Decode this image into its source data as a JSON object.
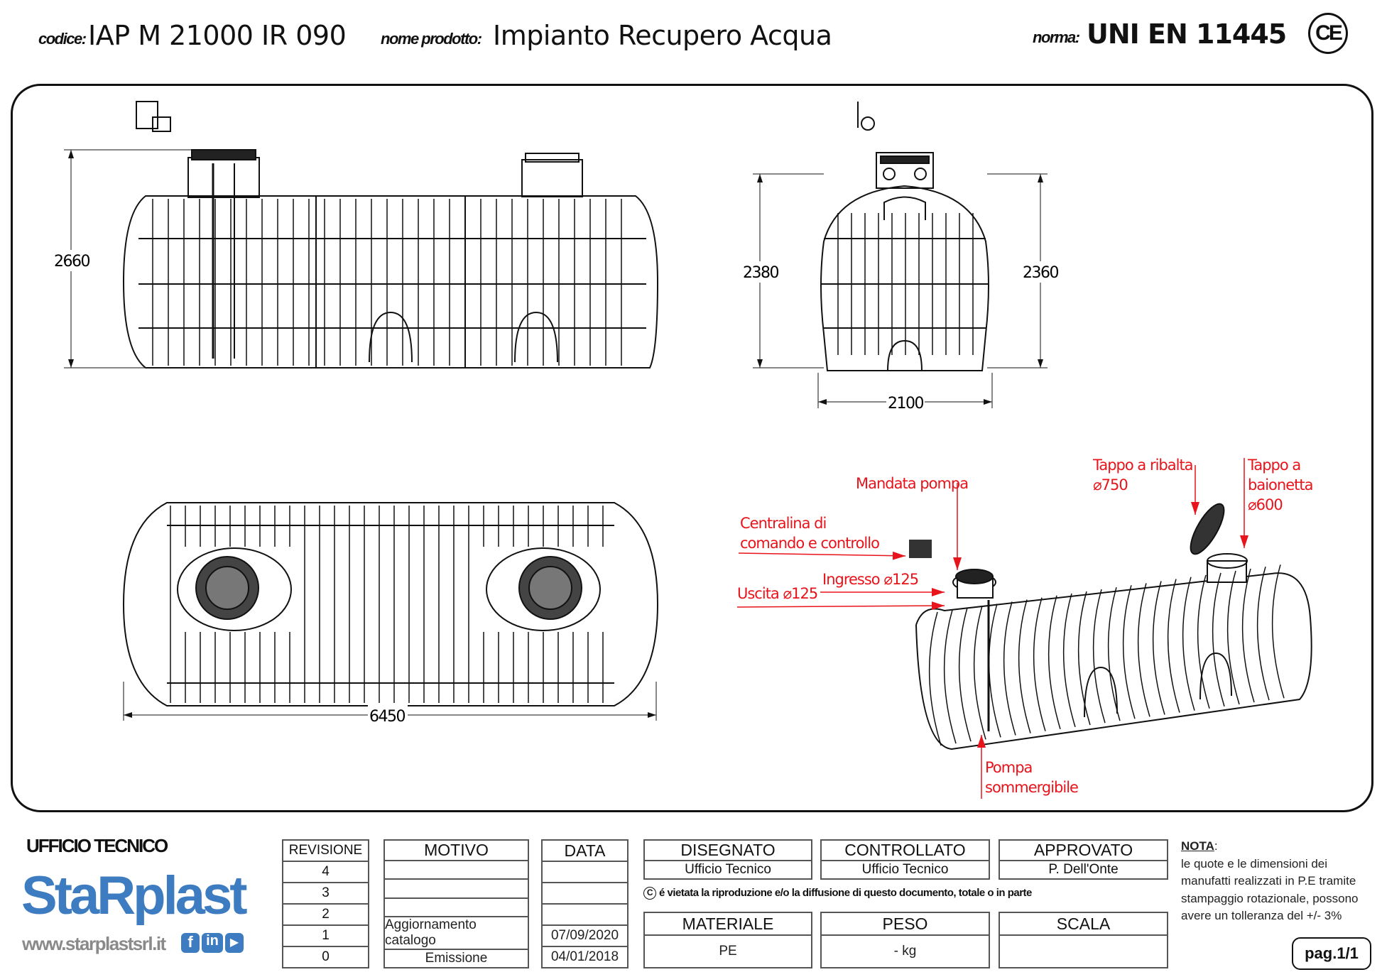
{
  "header": {
    "code_label": "codice:",
    "code": "IAP M 21000 IR 090",
    "product_label": "nome prodotto:",
    "product": "Impianto Recupero Acqua",
    "norm_label": "norma:",
    "norm": "UNI EN 11445",
    "ce_mark": "CE"
  },
  "dimensions": {
    "side_height": "2660",
    "end_height_left": "2380",
    "end_height_right": "2360",
    "end_width": "2100",
    "length": "6450"
  },
  "callouts": {
    "mandata": "Mandata pompa",
    "tappo_ribalta_1": "Tappo a ribalta",
    "tappo_ribalta_2": "⌀750",
    "tappo_baionetta_1": "Tappo a",
    "tappo_baionetta_2": "baionetta",
    "tappo_baionetta_3": "⌀600",
    "centralina_1": "Centralina di",
    "centralina_2": "comando e controllo",
    "ingresso": "Ingresso ⌀125",
    "uscita": "Uscita ⌀125",
    "pompa_1": "Pompa",
    "pompa_2": "sommergibile"
  },
  "company": {
    "office": "UFFICIO TECNICO",
    "logo": "StaRplast",
    "website": "www.starplastsrl.it",
    "social": [
      "f",
      "in",
      "▶"
    ]
  },
  "revisions": {
    "headers": {
      "rev": "REVISIONE",
      "motivo": "MOTIVO",
      "data": "DATA"
    },
    "rows": [
      {
        "rev": "4",
        "motivo": "",
        "data": ""
      },
      {
        "rev": "3",
        "motivo": "",
        "data": ""
      },
      {
        "rev": "2",
        "motivo": "",
        "data": ""
      },
      {
        "rev": "1",
        "motivo": "Aggiornamento catalogo",
        "data": "07/09/2020"
      },
      {
        "rev": "0",
        "motivo": "Emissione",
        "data": "04/01/2018"
      }
    ]
  },
  "signoff": {
    "disegnato_label": "DISEGNATO",
    "disegnato": "Ufficio Tecnico",
    "controllato_label": "CONTROLLATO",
    "controllato": "Ufficio Tecnico",
    "approvato_label": "APPROVATO",
    "approvato": "P. Dell'Onte"
  },
  "copyright": "é vietata la riproduzione e/o la diffusione di questo documento, totale o in parte",
  "specs": {
    "materiale_label": "MATERIALE",
    "materiale": "PE",
    "peso_label": "PESO",
    "peso": "- kg",
    "scala_label": "SCALA",
    "scala": ""
  },
  "note": {
    "title": "NOTA",
    "colon": ":",
    "lines": [
      "le quote e le dimensioni dei",
      "manufatti realizzati in P.E tramite",
      "stampaggio rotazionale, possono",
      "avere un tolleranza del +/- 3%"
    ]
  },
  "page": "pag.1/1",
  "colors": {
    "callout": "#e8141b",
    "logo_blue": "#3d7cc0",
    "logo_gray": "#8a8a8a"
  }
}
